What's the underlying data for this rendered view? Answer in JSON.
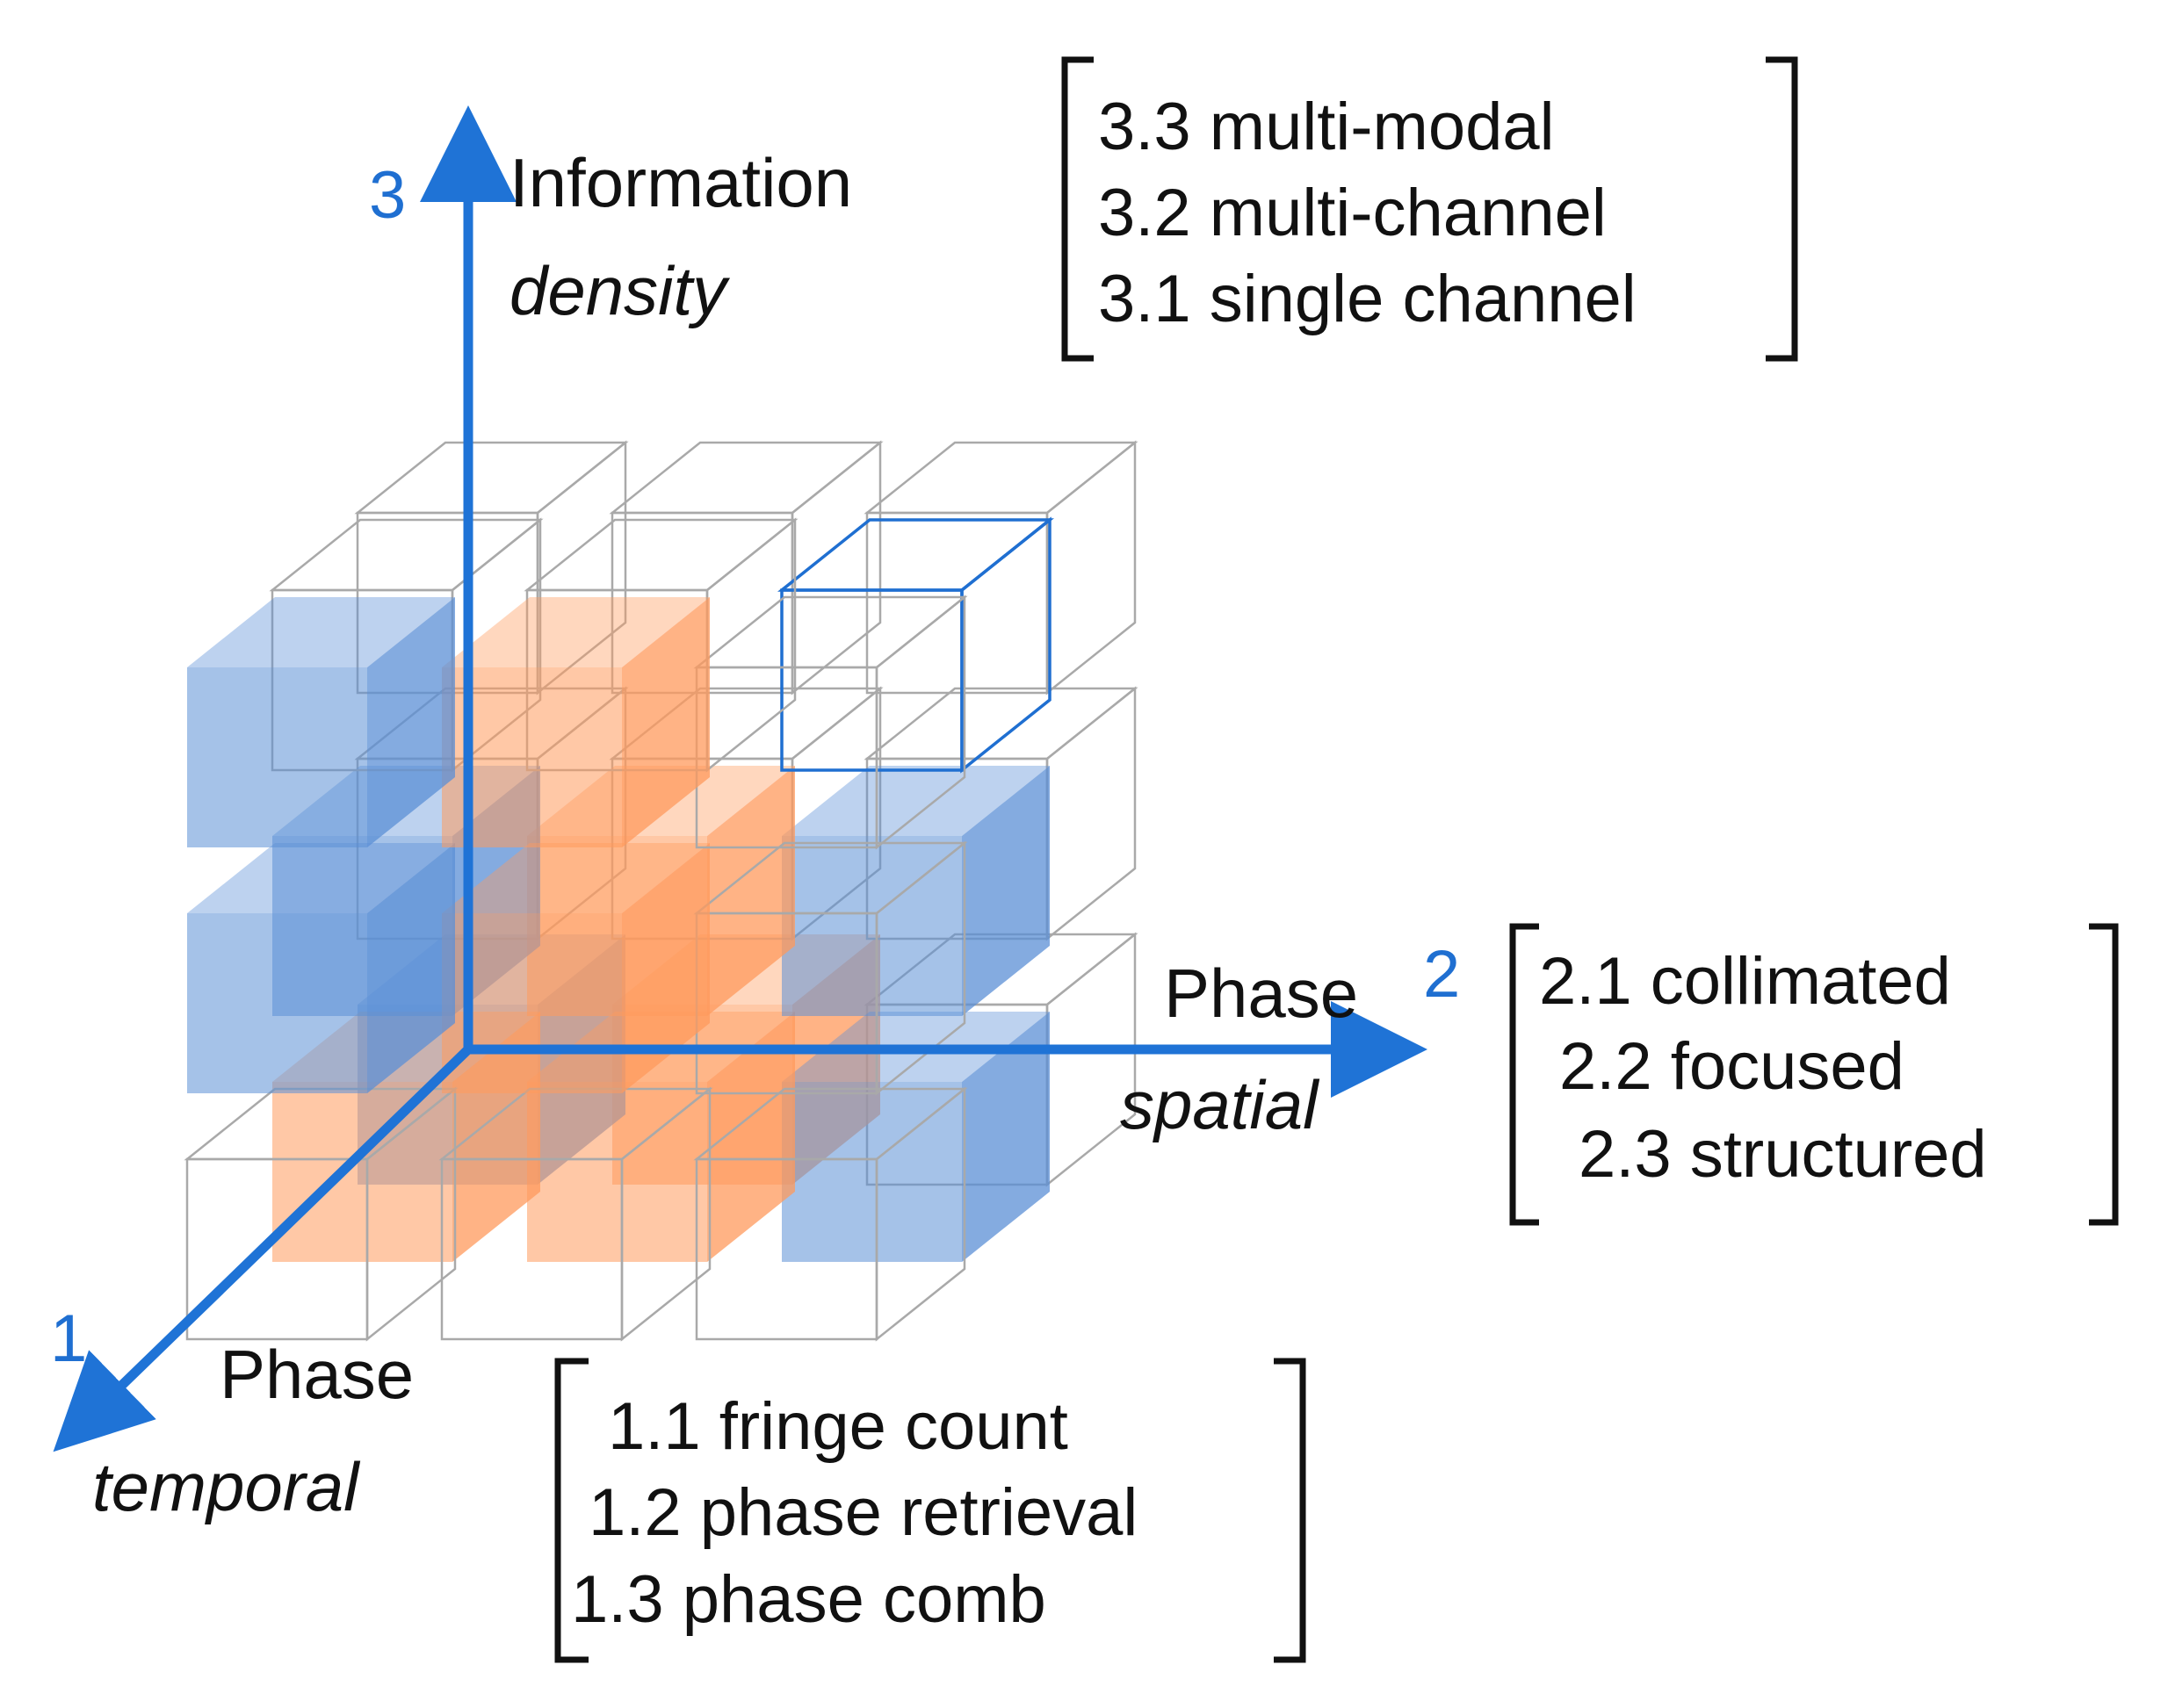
{
  "colors": {
    "axis": "#1f73d6",
    "blue_cube": "#5b8fd6",
    "orange_cube": "#ff9a5c",
    "empty_cube_stroke": "#a9a9a9",
    "highlight_cube_stroke": "#1f6fd1",
    "text": "#111111",
    "axis_number": "#1f6fd1"
  },
  "axes": {
    "vertical": {
      "number": "3",
      "title": "Information",
      "subtitle": "density"
    },
    "horizontal": {
      "number": "2",
      "title": "Phase",
      "subtitle": "spatial"
    },
    "depth": {
      "number": "1",
      "title": "Phase",
      "subtitle": "temporal"
    }
  },
  "brackets": {
    "information": [
      "3.3 multi-modal",
      "3.2 multi-channel",
      "3.1 single channel"
    ],
    "spatial": [
      "2.1 collimated",
      "2.2 focused",
      "2.3 structured"
    ],
    "temporal": [
      "1.1 fringe count",
      "1.2 phase retrieval",
      "1.3 phase comb"
    ]
  },
  "grid": {
    "cells_per_axis": 3,
    "filled": [
      {
        "d": 0,
        "s": 0,
        "i": 0,
        "fill": "blue"
      },
      {
        "d": 0,
        "s": 1,
        "i": 0,
        "fill": "orange"
      },
      {
        "d": 1,
        "s": 0,
        "i": 0,
        "fill": "orange"
      },
      {
        "d": 1,
        "s": 1,
        "i": 0,
        "fill": "orange"
      },
      {
        "d": 1,
        "s": 2,
        "i": 0,
        "fill": "blue"
      },
      {
        "d": 1,
        "s": 0,
        "i": 1,
        "fill": "blue"
      },
      {
        "d": 1,
        "s": 1,
        "i": 1,
        "fill": "orange"
      },
      {
        "d": 2,
        "s": 0,
        "i": 1,
        "fill": "blue"
      },
      {
        "d": 2,
        "s": 1,
        "i": 1,
        "fill": "orange"
      },
      {
        "d": 1,
        "s": 2,
        "i": 1,
        "fill": "blue"
      },
      {
        "d": 2,
        "s": 0,
        "i": 2,
        "fill": "blue"
      },
      {
        "d": 2,
        "s": 1,
        "i": 2,
        "fill": "orange"
      }
    ],
    "highlighted": [
      {
        "d": 1,
        "s": 2,
        "i": 2
      }
    ]
  }
}
